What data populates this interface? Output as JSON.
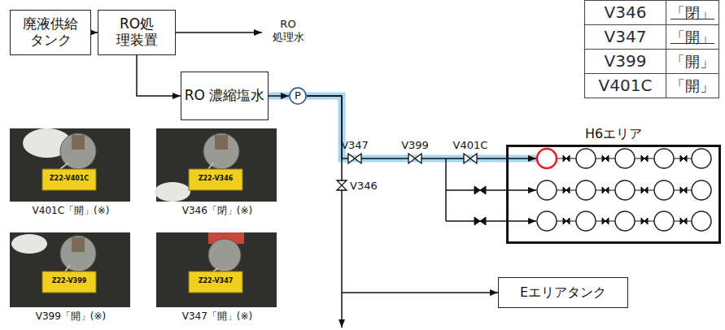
{
  "diagram": {
    "nodes": [
      {
        "text": [
          "廃液供給 タンク"
        ]
      },
      {
        "text": [
          "RO処 理装置"
        ]
      },
      {
        "text": [
          "RO 濃縮塩水"
        ]
      },
      {
        "text": [
          "P"
        ]
      },
      {
        "text": [
          "H6エリア"
        ]
      },
      {
        "text": [
          "Eエリアタンク"
        ]
      }
    ],
    "edges": [
      {
        "from": 0,
        "to": 1,
        "arrow": "to"
      },
      {
        "from": 1,
        "to": 2,
        "arrow": "to"
      },
      {
        "from": 2,
        "to": 3,
        "arrow": "to"
      },
      {
        "from": 3,
        "to": 4,
        "arrow": "to"
      },
      {
        "from": 3,
        "to": 5,
        "arrow": "to"
      }
    ],
    "labels": [
      "V346",
      "「閉」",
      "V347",
      "「開」",
      "V399",
      "「開」",
      "V401C",
      "「開」",
      "RO 処理水",
      "V347",
      "V399",
      "V401C",
      "V346",
      "V401C「開」(※)",
      "V346「閉」(※)",
      "V399「開」(※)",
      "V347「開」(※)",
      "Z22-V401C",
      "Z22-V346",
      "Z22-V399",
      "Z22-V347"
    ]
  }
}
